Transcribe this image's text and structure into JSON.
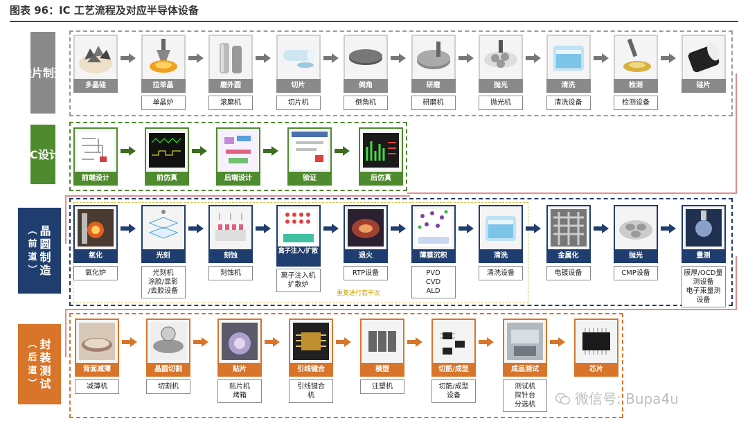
{
  "title": "图表 96：IC 工艺流程及对应半导体设备",
  "colors": {
    "silicon": "#8a8a8a",
    "design": "#4e8a2e",
    "front": "#1f3d6e",
    "package": "#d8752a",
    "connector": "#e58b8b",
    "note": "#c8a000"
  },
  "rows": [
    {
      "id": "silicon",
      "label": "硅片制造",
      "steps": [
        {
          "name": "多晶硅",
          "equipment": [],
          "icon": "polysilicon-chunks-icon"
        },
        {
          "name": "拉单晶",
          "equipment": [
            "单晶炉"
          ],
          "icon": "crystal-pulling-icon"
        },
        {
          "name": "磨外圆",
          "equipment": [
            "滚磨机"
          ],
          "icon": "ingot-icon"
        },
        {
          "name": "切片",
          "equipment": [
            "切片机"
          ],
          "icon": "wafer-slicing-icon"
        },
        {
          "name": "倒角",
          "equipment": [
            "倒角机"
          ],
          "icon": "wafer-disc-icon"
        },
        {
          "name": "研磨",
          "equipment": [
            "研磨机"
          ],
          "icon": "lapping-icon"
        },
        {
          "name": "抛光",
          "equipment": [
            "抛光机"
          ],
          "icon": "polishing-icon"
        },
        {
          "name": "清洗",
          "equipment": [
            "清洗设备"
          ],
          "icon": "cleaning-tank-icon"
        },
        {
          "name": "检测",
          "equipment": [
            "检测设备"
          ],
          "icon": "inspection-probe-icon"
        },
        {
          "name": "硅片",
          "equipment": [],
          "icon": "wafer-stack-icon"
        }
      ]
    },
    {
      "id": "design",
      "label": "IC设计",
      "steps": [
        {
          "name": "前端设计",
          "equipment": [],
          "icon": "schematic-icon"
        },
        {
          "name": "前仿真",
          "equipment": [],
          "icon": "waveform-screen-icon"
        },
        {
          "name": "后端设计",
          "equipment": [],
          "icon": "layout-icon"
        },
        {
          "name": "验证",
          "equipment": [],
          "icon": "verification-screen-icon"
        },
        {
          "name": "后仿真",
          "equipment": [],
          "icon": "simulation-screen-icon"
        }
      ]
    },
    {
      "id": "front",
      "label": "晶圆制造（前道）",
      "note": "重复进行若干次",
      "steps": [
        {
          "name": "氧化",
          "equipment": [
            "氧化炉"
          ],
          "icon": "oxidation-furnace-icon"
        },
        {
          "name": "光刻",
          "equipment": [
            "光刻机",
            "涂胶/显影",
            "/去胶设备"
          ],
          "icon": "lithography-icon"
        },
        {
          "name": "刻蚀",
          "equipment": [
            "刻蚀机"
          ],
          "icon": "etching-icon"
        },
        {
          "name": "离子注入/扩散",
          "equipment": [
            "离子注入机",
            "扩散炉"
          ],
          "icon": "ion-implant-icon"
        },
        {
          "name": "退火",
          "equipment": [
            "RTP设备"
          ],
          "icon": "annealing-icon"
        },
        {
          "name": "薄膜沉积",
          "equipment": [
            "PVD",
            "CVD",
            "ALD"
          ],
          "icon": "deposition-icon"
        },
        {
          "name": "清洗",
          "equipment": [
            "清洗设备"
          ],
          "icon": "cleaning-tank-icon"
        },
        {
          "name": "金属化",
          "equipment": [
            "电镀设备"
          ],
          "icon": "metallization-icon"
        },
        {
          "name": "抛光",
          "equipment": [
            "CMP设备"
          ],
          "icon": "cmp-icon"
        },
        {
          "name": "量测",
          "equipment": [
            "膜厚/OCD量",
            "测设备",
            "电子束量测",
            "设备"
          ],
          "icon": "metrology-icon"
        }
      ]
    },
    {
      "id": "package",
      "label": "封装测试（后道）",
      "steps": [
        {
          "name": "背面减薄",
          "equipment": [
            "减薄机"
          ],
          "icon": "back-grinding-icon"
        },
        {
          "name": "晶圆切割",
          "equipment": [
            "切割机"
          ],
          "icon": "dicing-icon"
        },
        {
          "name": "贴片",
          "equipment": [
            "贴片机",
            "烤箱"
          ],
          "icon": "die-attach-icon"
        },
        {
          "name": "引线键合",
          "equipment": [
            "引线键合",
            "机"
          ],
          "icon": "wire-bond-icon"
        },
        {
          "name": "模塑",
          "equipment": [
            "注塑机"
          ],
          "icon": "molding-icon"
        },
        {
          "name": "切筋/成型",
          "equipment": [
            "切筋/成型",
            "设备"
          ],
          "icon": "trim-form-icon"
        },
        {
          "name": "成品测试",
          "equipment": [
            "测试机",
            "探针台",
            "分选机"
          ],
          "icon": "final-test-icon"
        },
        {
          "name": "芯片",
          "equipment": [],
          "icon": "chip-icon"
        }
      ]
    }
  ],
  "watermark": "微信号: Bupa4u"
}
